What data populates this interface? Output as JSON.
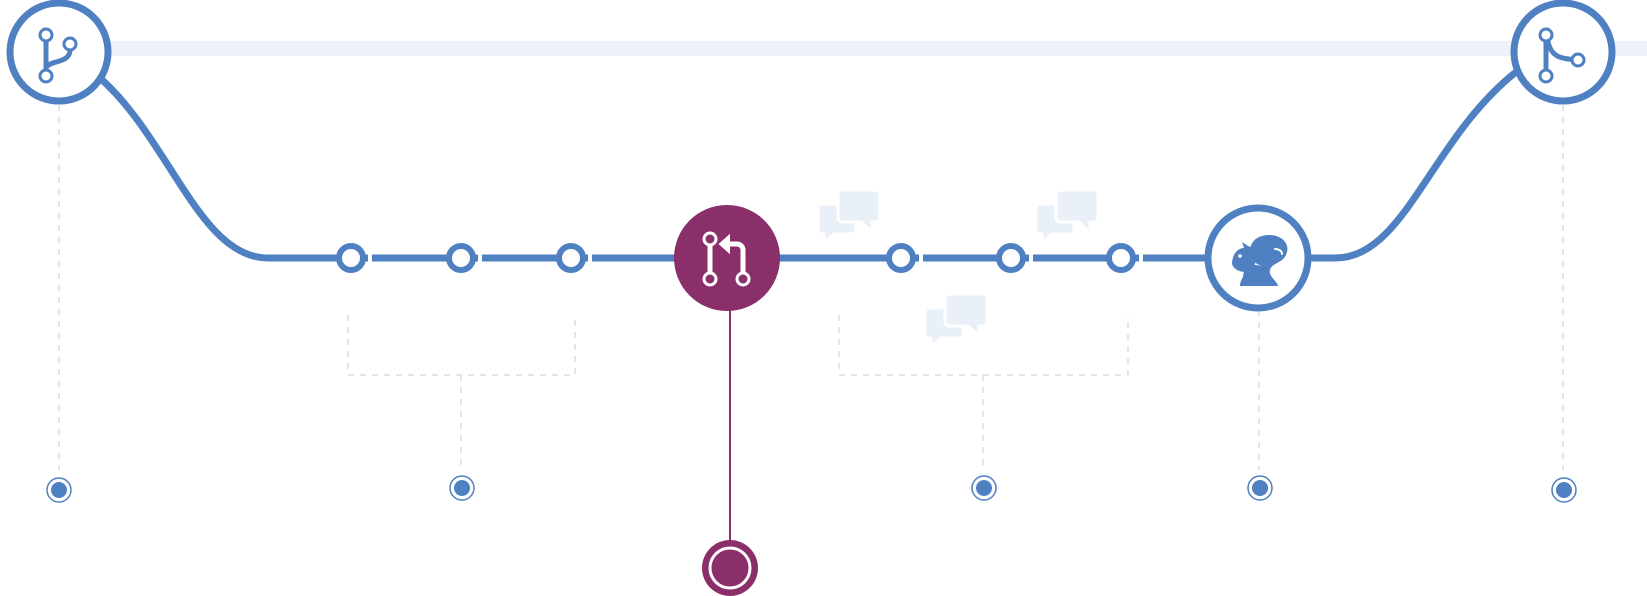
{
  "diagram": {
    "type": "branch-workflow",
    "colors": {
      "branch": "#4f81c2",
      "pull_request": "#8b2f6b",
      "main_track": "#edf2fa",
      "comment_bubble": "#eaf0f8",
      "guide": "#d9dde3",
      "background": "#ffffff"
    },
    "stages": [
      {
        "id": "create-branch",
        "icon": "branch-icon"
      },
      {
        "id": "add-commits",
        "icon": "commit-icon",
        "count": 3
      },
      {
        "id": "open-pull-request",
        "icon": "pull-request-icon"
      },
      {
        "id": "discuss-review",
        "icon": "comment-bubble-icon",
        "count": 3
      },
      {
        "id": "deploy",
        "icon": "squirrel-icon"
      },
      {
        "id": "merge",
        "icon": "merge-icon"
      }
    ]
  }
}
